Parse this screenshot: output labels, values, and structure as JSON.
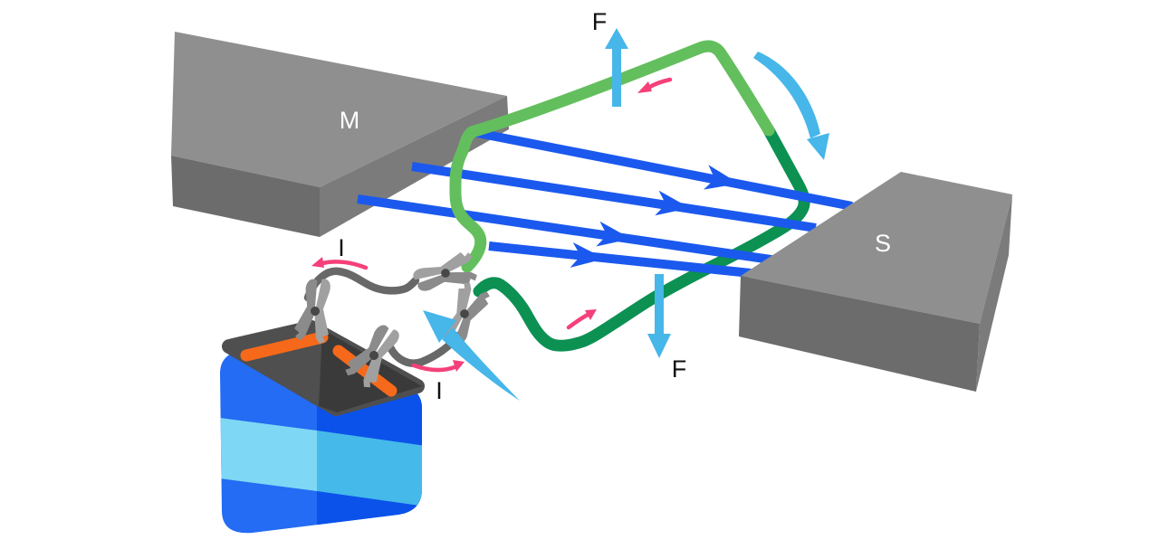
{
  "labels": {
    "magnet_left": "M",
    "magnet_right": "S",
    "force_top": "F",
    "force_bottom": "F",
    "current_left": "I",
    "current_bottom": "I"
  },
  "field_lines": {
    "count": 4,
    "from": "M",
    "to": "S"
  },
  "colors": {
    "field_line": "#1b59ee",
    "wire_light_green": "#63bf5d",
    "wire_dark_green": "#0c9153",
    "force_arrow": "#47b6e9",
    "current_arrow": "#f5407a",
    "magnet_top": "#8f8f8f",
    "magnet_front": "#6c6c6c",
    "magnet_side": "#7b7b7b",
    "battery_blue": "#236cf3",
    "battery_blue_shade": "#0b52ea",
    "battery_cyan": "#7ed7f4",
    "battery_cyan_shade": "#45b9ea",
    "battery_top_face": "#4f4f4f",
    "battery_top_face_shade": "#3a3a3a",
    "terminal_orange": "#f7691a",
    "lead_wire": "#686868",
    "clip_light": "#a0a0a0",
    "clip_dark": "#8b8b8b",
    "label_dark": "#111111",
    "label_light": "#ffffff"
  }
}
